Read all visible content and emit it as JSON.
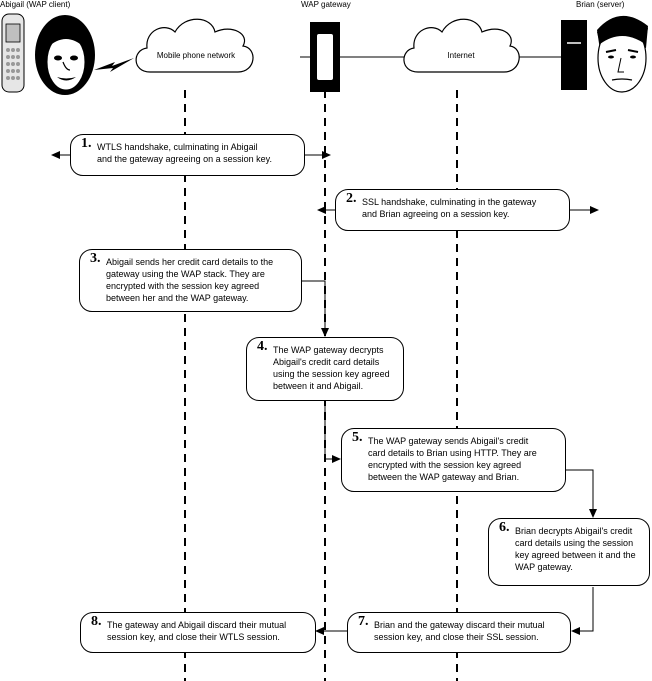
{
  "actors": {
    "client": "Abigail (WAP client)",
    "gateway": "WAP gateway",
    "server": "Brian (server)"
  },
  "networks": {
    "mobile": "Mobile phone network",
    "internet": "Internet"
  },
  "steps": [
    {
      "num": "1.",
      "lines": [
        "WTLS handshake, culminating in Abigail",
        "and the gateway agreeing on a session key."
      ]
    },
    {
      "num": "2.",
      "lines": [
        "SSL handshake, culminating in the gateway",
        "and Brian agreeing on a session key."
      ]
    },
    {
      "num": "3.",
      "lines": [
        "Abigail sends her credit card details to the",
        "gateway using the WAP stack. They are",
        "encrypted with the session key agreed",
        "between her and the WAP gateway."
      ]
    },
    {
      "num": "4.",
      "lines": [
        "The WAP gateway decrypts",
        "Abigail's credit card details",
        "using the session key agreed",
        "between it and Abigail."
      ]
    },
    {
      "num": "5.",
      "lines": [
        "The WAP gateway sends Abigail's credit",
        "card details to Brian using HTTP. They are",
        "encrypted with the session key agreed",
        "between the WAP gateway and Brian."
      ]
    },
    {
      "num": "6.",
      "lines": [
        "Brian decrypts Abigail's credit",
        "card details using the session",
        "key agreed between it and the",
        "WAP gateway."
      ]
    },
    {
      "num": "7.",
      "lines": [
        "Brian and the gateway discard their mutual",
        "session key, and close their SSL session."
      ]
    },
    {
      "num": "8.",
      "lines": [
        "The gateway and Abigail discard their mutual",
        "session key, and close their WTLS session."
      ]
    }
  ]
}
